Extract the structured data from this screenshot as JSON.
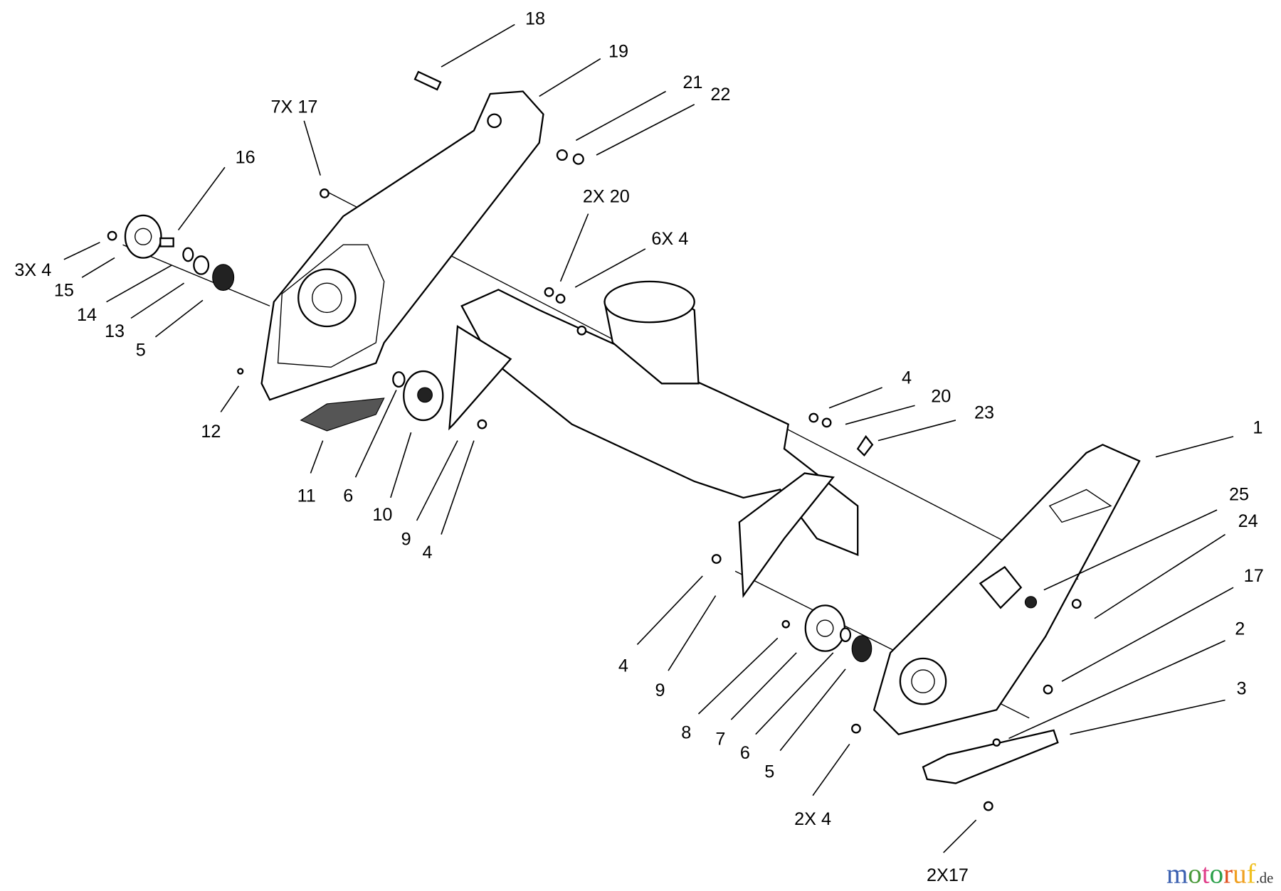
{
  "diagram": {
    "callouts": [
      "18",
      "19",
      "7X 17",
      "21",
      "22",
      "16",
      "2X 20",
      "6X 4",
      "3X 4",
      "15",
      "14",
      "13",
      "5",
      "12",
      "11",
      "6",
      "10",
      "9",
      "4",
      "4",
      "20",
      "23",
      "1",
      "25",
      "24",
      "17",
      "2",
      "3",
      "4",
      "9",
      "8",
      "7",
      "6",
      "5",
      "2X 4",
      "2X17"
    ],
    "watermark": {
      "text": "motoruf",
      "suffix": ".de",
      "colors": [
        "#3a5fb0",
        "#4a9a3a",
        "#e0408a",
        "#2aa04a",
        "#e05020",
        "#f0a020",
        "#f0c020"
      ]
    }
  }
}
